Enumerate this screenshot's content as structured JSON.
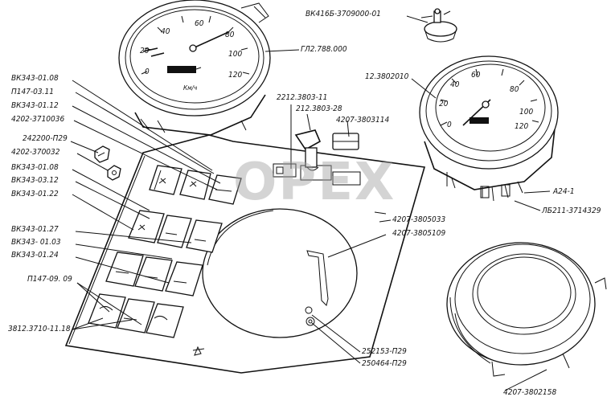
{
  "labels": {
    "vk4165": "ВК416Б-3709000-01",
    "gl2788": "ГЛ2.788.000",
    "vk343_0108": "ВК343-01.08",
    "p147_0311": "П147-03.11",
    "vk343_0112": "ВК343-01.12",
    "s4202_3710036": "4202-3710036",
    "s242200": "242200-П29",
    "s4202_370032": "4202-370032",
    "vk343_0108b": "ВК343-01.08",
    "vk343_0312": "ВК343-03.12",
    "vk343_0122": "ВК343-01.22",
    "s2212": "2212.3803-11",
    "s212": "212.3803-28",
    "s4207_3803114": "4207-3803114",
    "s12_3802010": "12.3802010",
    "a24": "А24-1",
    "lb211": "ЛБ211-3714329",
    "s4207_3805033": "4207-3805033",
    "s4207_3805109": "4207-3805109",
    "vk343_0127": "ВК343-01.27",
    "vk343_0103": "ВК343- 01.03",
    "vk343_0124": "ВК343-01.24",
    "p147_0909": "П147-09. 09",
    "s3812": "3812.3710-11.18",
    "s252153": "252153-П29",
    "s250464": "250464-П29",
    "s4207_3802158": "4207-3802158"
  },
  "gauge_large": {
    "ticks": [
      "0",
      "20",
      "40",
      "60",
      "80",
      "100",
      "120"
    ],
    "unit": "Км/ч"
  },
  "gauge_small": {
    "ticks": [
      "0",
      "20",
      "40",
      "60",
      "80",
      "100",
      "120"
    ]
  },
  "watermark": "OPEX"
}
